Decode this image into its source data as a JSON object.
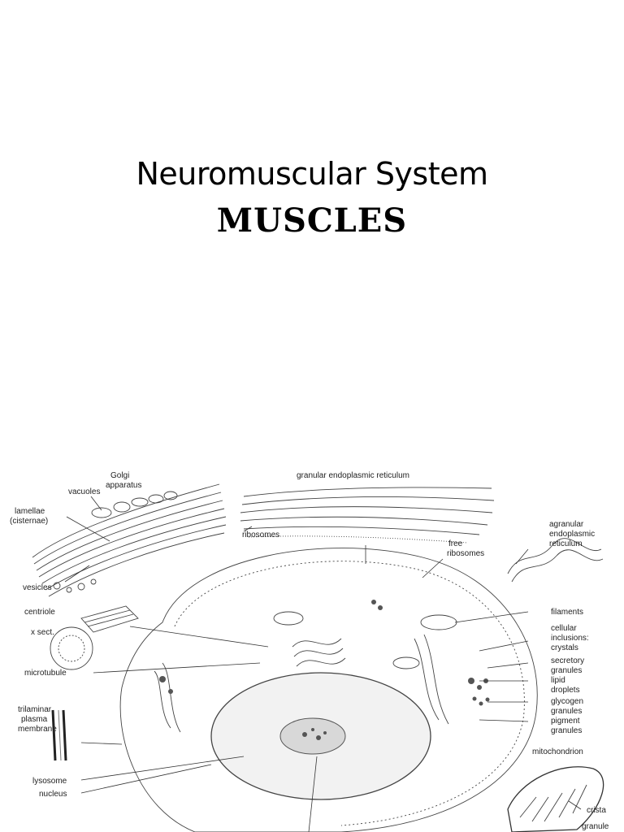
{
  "slide": {
    "title": "Neuromuscular System",
    "subtitle": "MUSCLES"
  },
  "figure": {
    "labels": {
      "golgi": "Golgi",
      "apparatus": "apparatus",
      "granular_er": "granular endoplasmic reticulum",
      "vacuoles": "vacuoles",
      "lamellae": "lamellae",
      "cisternae": "(cisternae)",
      "ribosomes": "ribosomes",
      "agranular": "agranular",
      "endoplasmic": "endoplasmic",
      "reticulum": "reticulum",
      "free": "free",
      "free_ribosomes": "ribosomes",
      "vesicles": "vesicles",
      "centriole": "centriole",
      "x_sect": "x sect.",
      "filaments": "filaments",
      "cellular": "cellular",
      "inclusions": "inclusions:",
      "crystals": "crystals",
      "secretory": "secretory",
      "secretory_granules": "granules",
      "microtubule": "microtubule",
      "lipid": "lipid",
      "droplets": "droplets",
      "glycogen": "glycogen",
      "glycogen_granules": "granules",
      "trilaminar": "trilaminar",
      "plasma": "plasma",
      "membrane": "membrane",
      "pigment": "pigment",
      "pigment_granules": "granules",
      "mitochondrion": "mitochondrion",
      "lysosome": "lysosome",
      "nucleus": "nucleus",
      "crista": "crista",
      "granule": "granule"
    }
  }
}
